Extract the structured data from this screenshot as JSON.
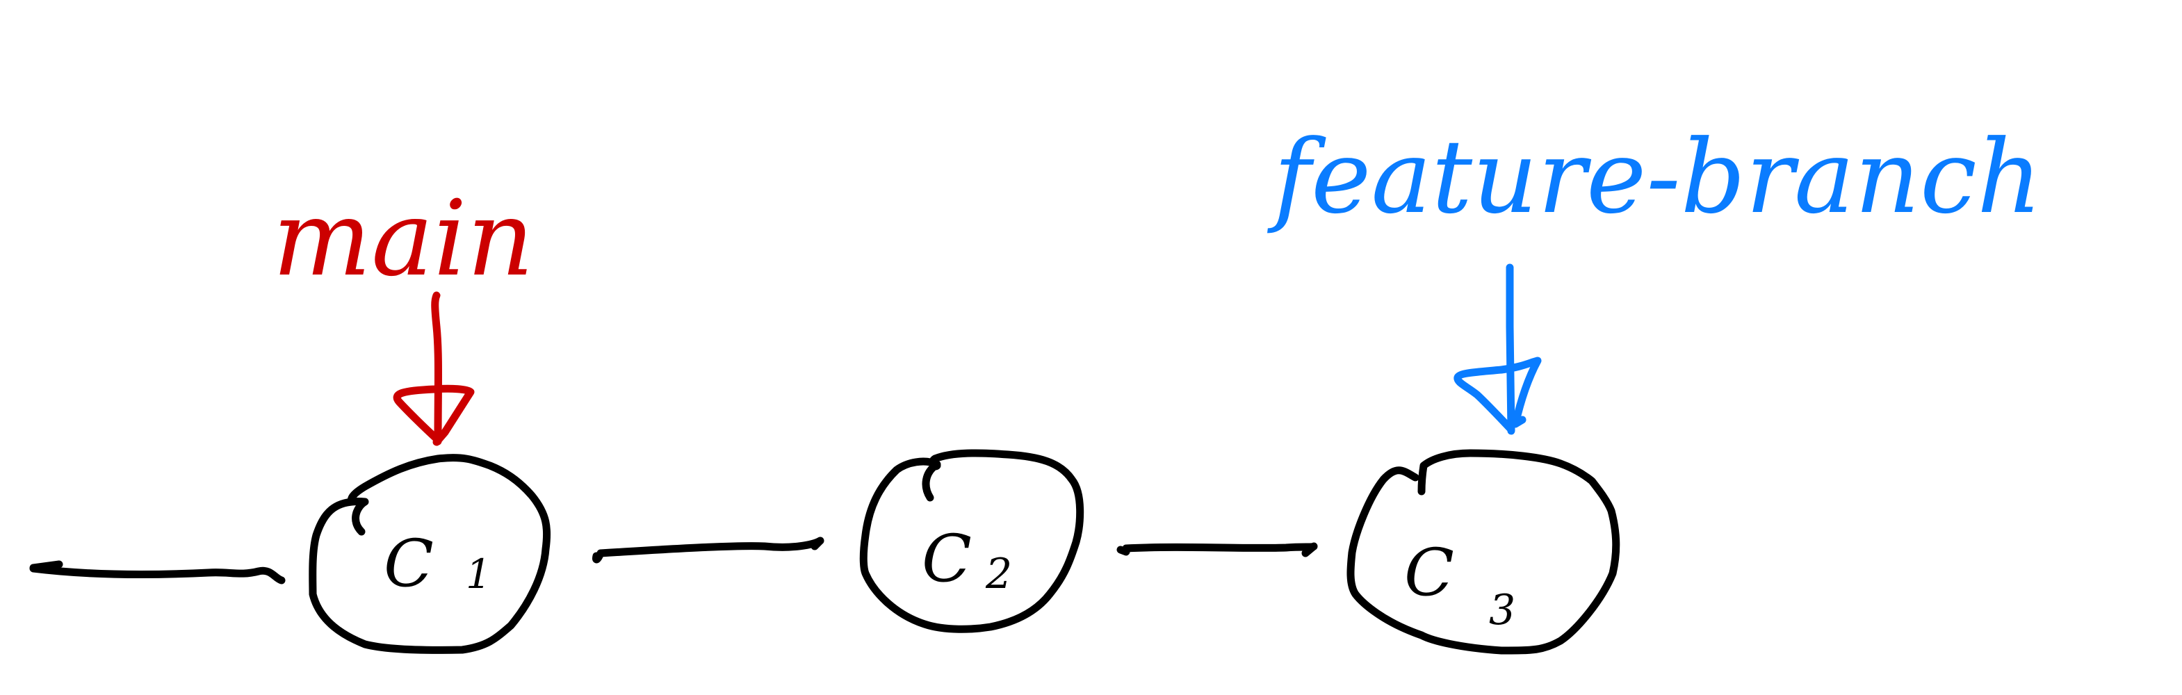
{
  "colors": {
    "ink": "#000000",
    "main_branch": "#cc0000",
    "feature_branch": "#0a7cff",
    "background": "#ffffff"
  },
  "branches": {
    "main": {
      "label": "main",
      "points_to": "C1"
    },
    "feature": {
      "label": "feature-branch",
      "points_to": "C3"
    }
  },
  "commits": [
    {
      "id": "C1",
      "label": "C",
      "subscript": "1"
    },
    {
      "id": "C2",
      "label": "C",
      "subscript": "2"
    },
    {
      "id": "C3",
      "label": "C",
      "subscript": "3"
    }
  ]
}
